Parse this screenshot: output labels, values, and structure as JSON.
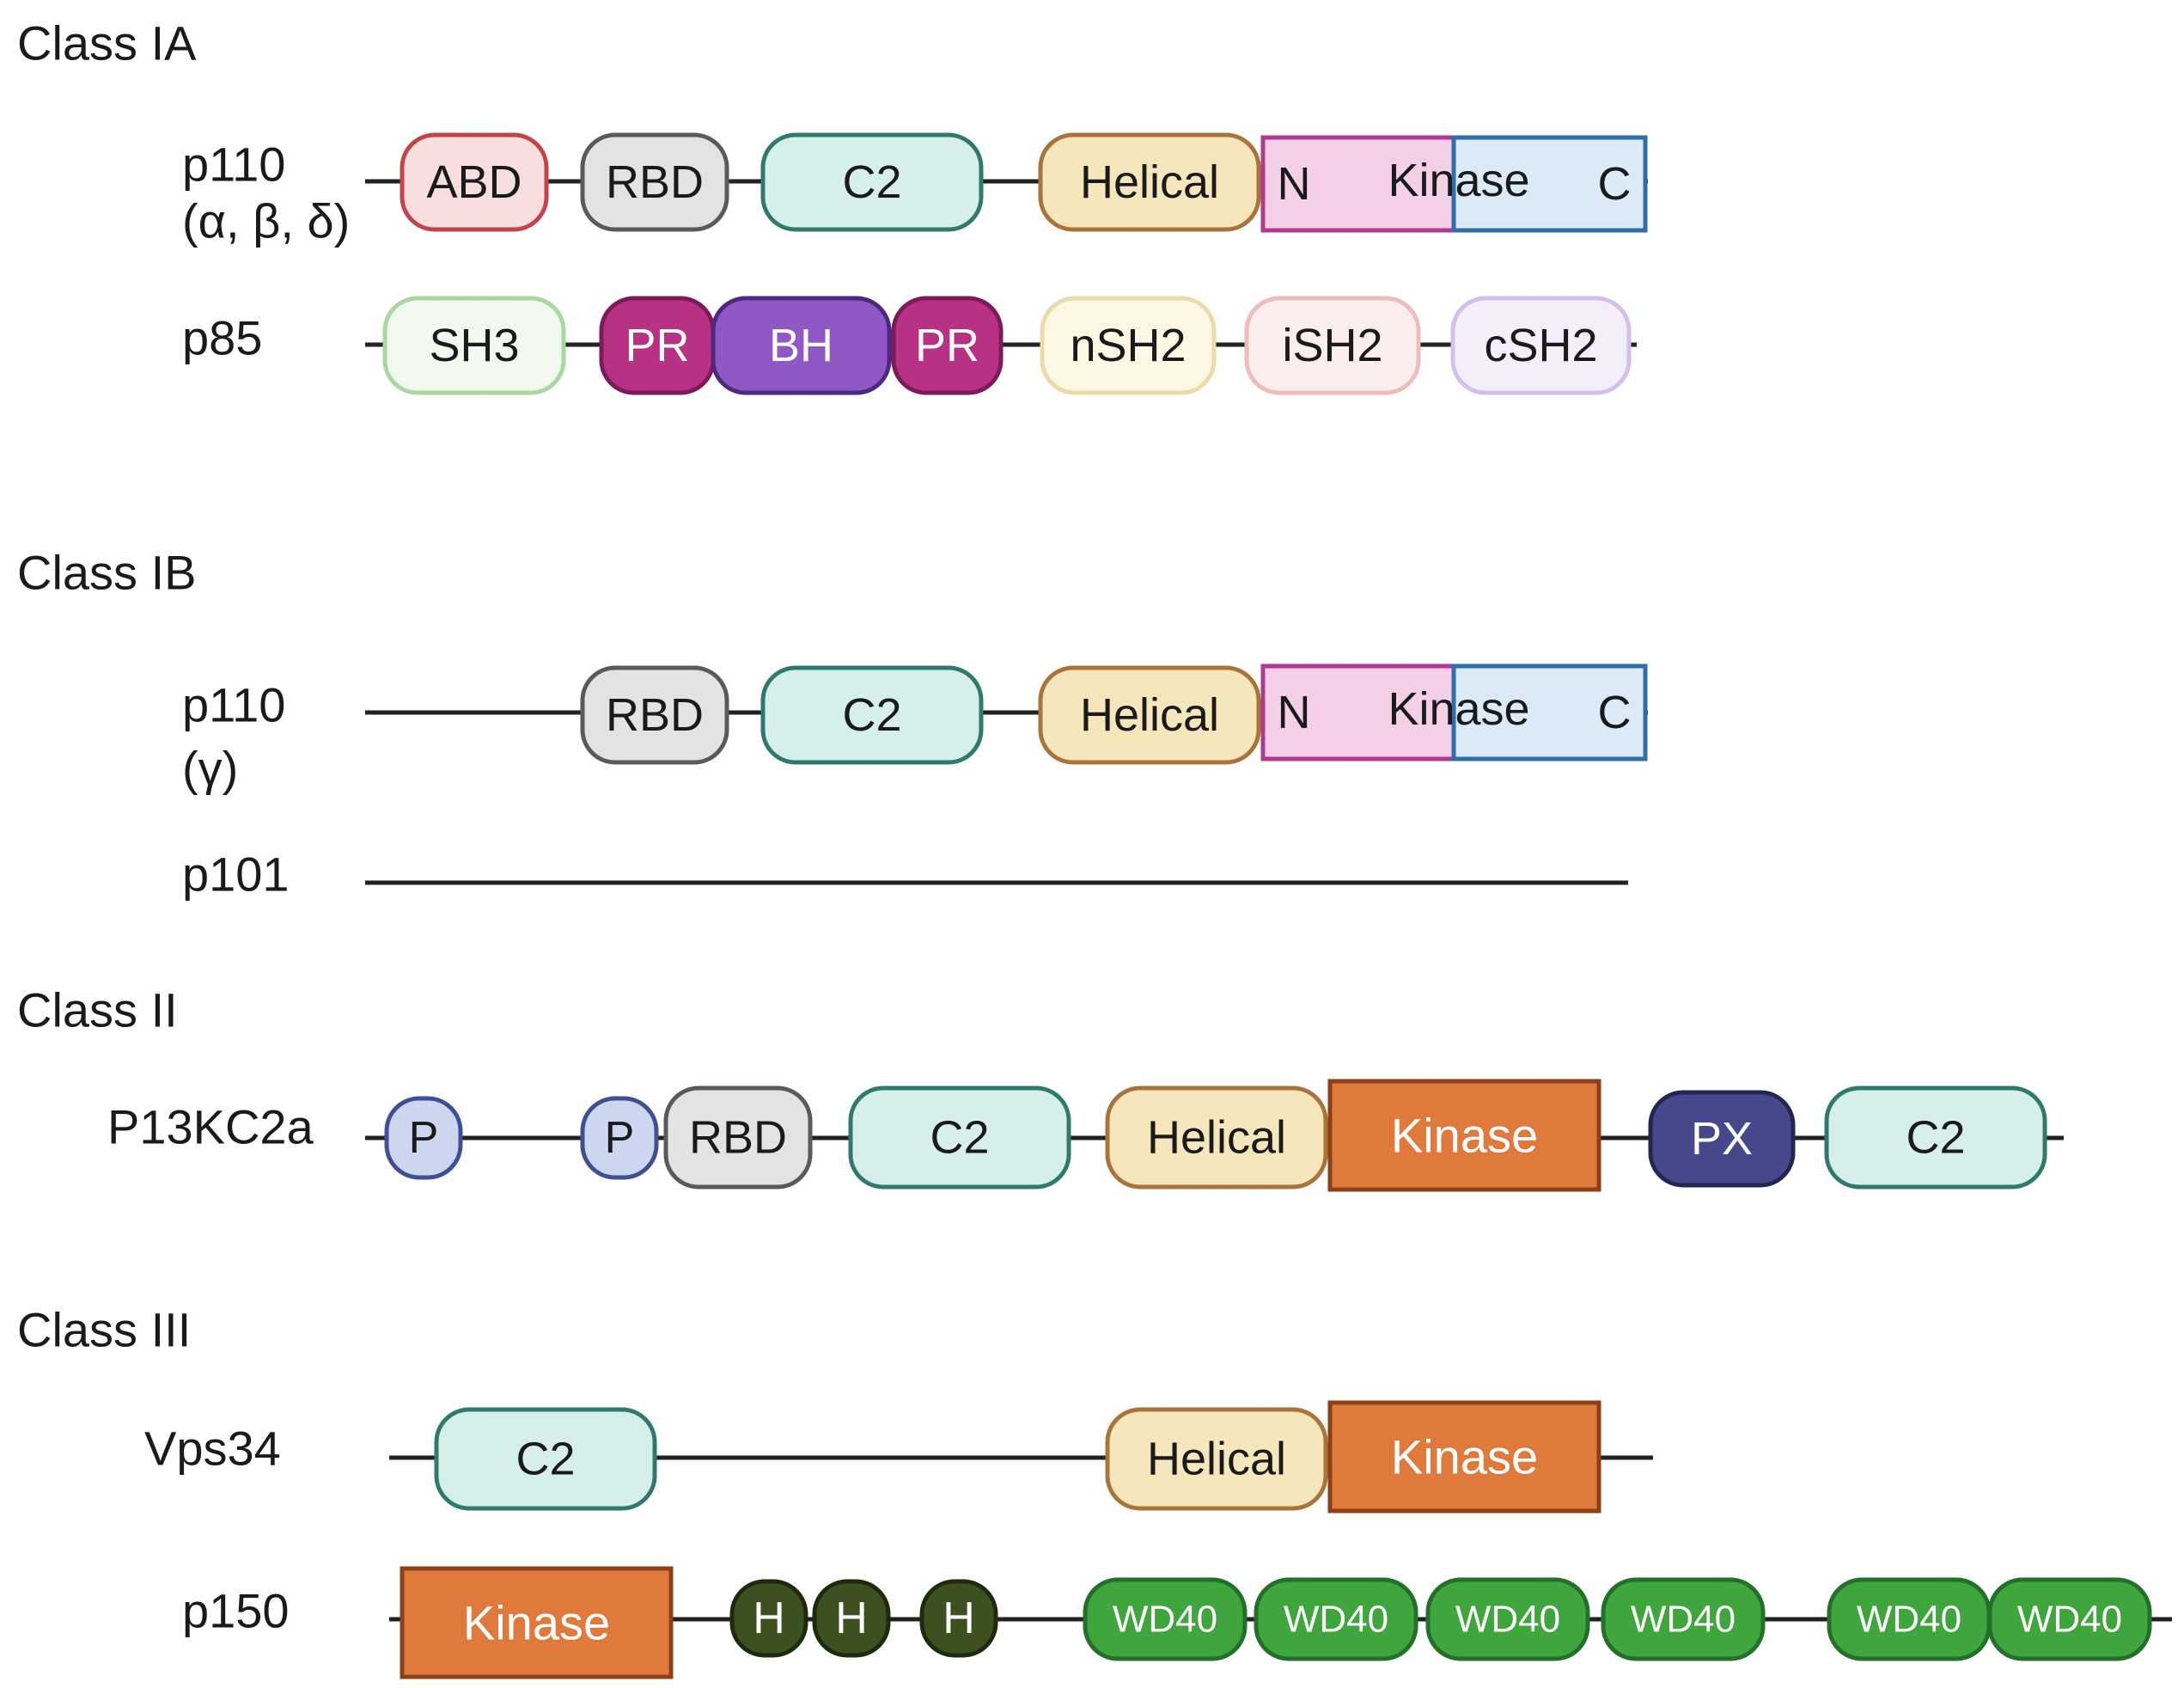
{
  "classes": [
    {
      "title": "Class IA",
      "proteins": [
        {
          "label_lines": [
            "p110",
            "(α, β, δ)"
          ],
          "domains": [
            {
              "type": "ABD",
              "text": "ABD"
            },
            {
              "type": "RBD",
              "text": "RBD"
            },
            {
              "type": "C2",
              "text": "C2"
            },
            {
              "type": "Helical",
              "text": "Helical"
            },
            {
              "type": "KinaseSplit",
              "text_n": "N",
              "text_mid": "Kinase",
              "text_c": "C"
            }
          ]
        },
        {
          "label_lines": [
            "p85"
          ],
          "domains": [
            {
              "type": "SH3",
              "text": "SH3"
            },
            {
              "type": "PR",
              "text": "PR"
            },
            {
              "type": "BH",
              "text": "BH"
            },
            {
              "type": "PR",
              "text": "PR"
            },
            {
              "type": "nSH2",
              "text": "nSH2"
            },
            {
              "type": "iSH2",
              "text": "iSH2"
            },
            {
              "type": "cSH2",
              "text": "cSH2"
            }
          ]
        }
      ]
    },
    {
      "title": "Class IB",
      "proteins": [
        {
          "label_lines": [
            "p110",
            "(γ)"
          ],
          "domains": [
            {
              "type": "RBD",
              "text": "RBD"
            },
            {
              "type": "C2",
              "text": "C2"
            },
            {
              "type": "Helical",
              "text": "Helical"
            },
            {
              "type": "KinaseSplit",
              "text_n": "N",
              "text_mid": "Kinase",
              "text_c": "C"
            }
          ]
        },
        {
          "label_lines": [
            "p101"
          ],
          "domains": []
        }
      ]
    },
    {
      "title": "Class II",
      "proteins": [
        {
          "label_lines": [
            "P13KC2a"
          ],
          "domains": [
            {
              "type": "P",
              "text": "P"
            },
            {
              "type": "P",
              "text": "P"
            },
            {
              "type": "RBD",
              "text": "RBD"
            },
            {
              "type": "C2",
              "text": "C2"
            },
            {
              "type": "Helical",
              "text": "Helical"
            },
            {
              "type": "Kinase",
              "text": "Kinase"
            },
            {
              "type": "PX",
              "text": "PX"
            },
            {
              "type": "C2",
              "text": "C2"
            }
          ]
        }
      ]
    },
    {
      "title": "Class III",
      "proteins": [
        {
          "label_lines": [
            "Vps34"
          ],
          "domains": [
            {
              "type": "C2",
              "text": "C2"
            },
            {
              "type": "Helical",
              "text": "Helical"
            },
            {
              "type": "Kinase",
              "text": "Kinase"
            }
          ]
        },
        {
          "label_lines": [
            "p150"
          ],
          "domains": [
            {
              "type": "Kinase",
              "text": "Kinase"
            },
            {
              "type": "H",
              "text": "H"
            },
            {
              "type": "H",
              "text": "H"
            },
            {
              "type": "H",
              "text": "H"
            },
            {
              "type": "WD40",
              "text": "WD40"
            },
            {
              "type": "WD40",
              "text": "WD40"
            },
            {
              "type": "WD40",
              "text": "WD40"
            },
            {
              "type": "WD40",
              "text": "WD40"
            },
            {
              "type": "WD40",
              "text": "WD40"
            },
            {
              "type": "WD40",
              "text": "WD40"
            }
          ]
        }
      ]
    }
  ],
  "colors": {
    "ABD": {
      "fill": "#f8dede",
      "stroke": "#c0444a",
      "text": "#1a1a1a"
    },
    "RBD": {
      "fill": "#e3e3e3",
      "stroke": "#5a5a5a",
      "text": "#1a1a1a"
    },
    "C2": {
      "fill": "#d6efea",
      "stroke": "#2f7a6c",
      "text": "#1a1a1a"
    },
    "Helical": {
      "fill": "#f6e6bb",
      "stroke": "#a9743a",
      "text": "#1a1a1a"
    },
    "KinaseN": {
      "fill": "#f4cfe8",
      "stroke": "#b0388e",
      "text": "#1a1a1a"
    },
    "KinaseC": {
      "fill": "#dceaf7",
      "stroke": "#2f6fa8",
      "text": "#1a1a1a"
    },
    "SH3": {
      "fill": "#f2faef",
      "stroke": "#a9d7a0",
      "text": "#1a1a1a"
    },
    "PR": {
      "fill": "#b73184",
      "stroke": "#7d1b58",
      "text": "#ffffff"
    },
    "BH": {
      "fill": "#9058c5",
      "stroke": "#4c2880",
      "text": "#ffffff"
    },
    "nSH2": {
      "fill": "#fdf7e4",
      "stroke": "#ecdba8",
      "text": "#1a1a1a"
    },
    "iSH2": {
      "fill": "#fdeeee",
      "stroke": "#efbcbc",
      "text": "#1a1a1a"
    },
    "cSH2": {
      "fill": "#f4eefb",
      "stroke": "#d4bfec",
      "text": "#1a1a1a"
    },
    "P": {
      "fill": "#cdd6ef",
      "stroke": "#3e4f93",
      "text": "#1a1a1a"
    },
    "Kinase": {
      "fill": "#e07a3c",
      "stroke": "#8f3f16",
      "text": "#ffffff"
    },
    "PX": {
      "fill": "#45498b",
      "stroke": "#23264f",
      "text": "#ffffff"
    },
    "H": {
      "fill": "#3d5120",
      "stroke": "#1e2a0e",
      "text": "#ffffff"
    },
    "WD40": {
      "fill": "#3fa63e",
      "stroke": "#23702a",
      "text": "#ffffff"
    },
    "line": "#222222"
  }
}
